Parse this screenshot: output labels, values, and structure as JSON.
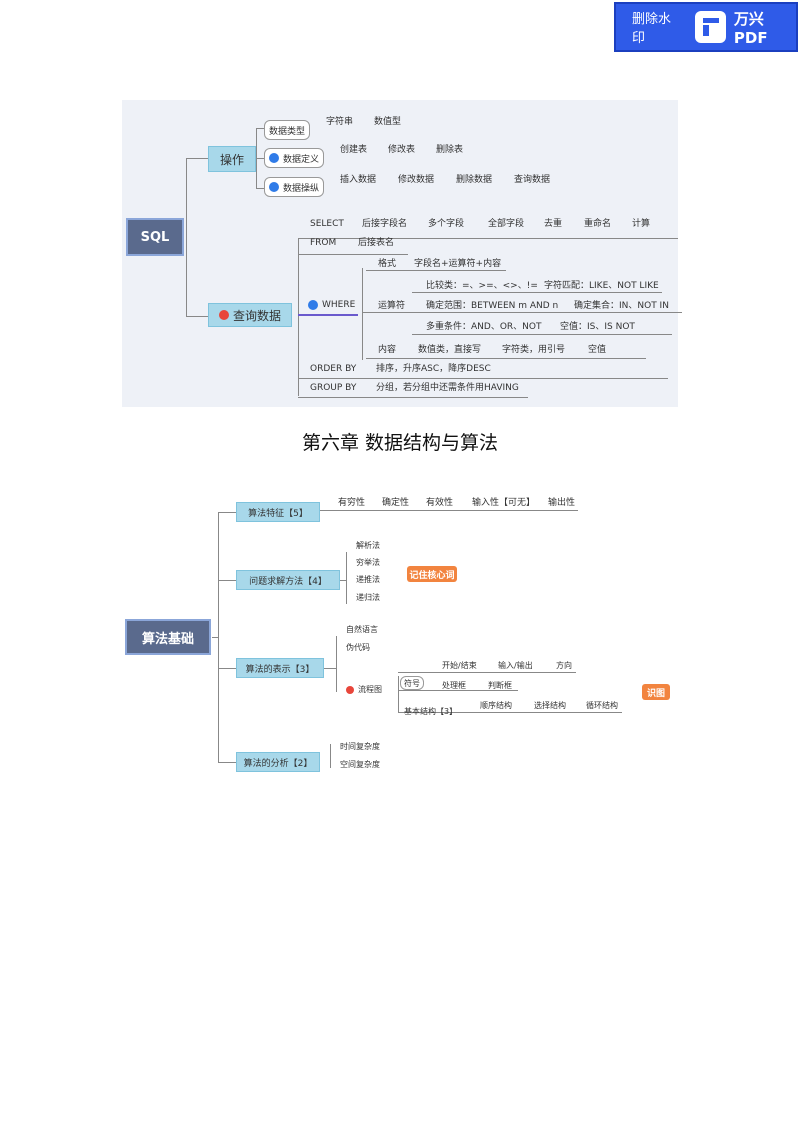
{
  "banner": {
    "remove_label": "删除水印",
    "brand": "万兴PDF"
  },
  "sql": {
    "root": "SQL",
    "op": {
      "label": "操作",
      "types": {
        "label": "数据类型",
        "items": [
          "字符串",
          "数值型"
        ]
      },
      "def": {
        "label": "数据定义",
        "items": [
          "创建表",
          "修改表",
          "删除表"
        ]
      },
      "manip": {
        "label": "数据操纵",
        "items": [
          "插入数据",
          "修改数据",
          "删除数据",
          "查询数据"
        ]
      }
    },
    "query": {
      "label": "查询数据",
      "select": {
        "label": "SELECT",
        "items": [
          "后接字段名",
          "多个字段",
          "全部字段",
          "去重",
          "重命名",
          "计算"
        ]
      },
      "from": {
        "label": "FROM",
        "item": "后接表名"
      },
      "where": {
        "label": "WHERE",
        "format": "格式",
        "format_val": "字段名+运算符+内容",
        "operator": "运算符",
        "cmp": "比较类：=、>=、<>、!=",
        "match": "字符匹配：LIKE、NOT LIKE",
        "range": "确定范围：BETWEEN m AND n",
        "set": "确定集合：IN、NOT IN",
        "multi": "多重条件：AND、OR、NOT",
        "null": "空值：IS、IS NOT",
        "content": "内容",
        "num": "数值类，直接写",
        "str": "字符类，用引号",
        "empty": "空值"
      },
      "order": {
        "label": "ORDER BY",
        "item": "排序，升序ASC，降序DESC"
      },
      "group": {
        "label": "GROUP BY",
        "item": "分组，若分组中还需条件用HAVING"
      }
    }
  },
  "chapter_title": "第六章  数据结构与算法",
  "algo": {
    "root": "算法基础",
    "features": {
      "label": "算法特征【5】",
      "items": [
        "有穷性",
        "确定性",
        "有效性",
        "输入性【可无】",
        "输出性"
      ]
    },
    "solve": {
      "label": "问题求解方法【4】",
      "items": [
        "解析法",
        "穷举法",
        "递推法",
        "递归法"
      ],
      "tag": "记住核心词"
    },
    "repr": {
      "label": "算法的表示【3】",
      "natural": "自然语言",
      "pseudo": "伪代码",
      "flow": "流程图",
      "symbols": "符号",
      "sym_items": [
        "开始/结束",
        "输入/输出",
        "方向",
        "处理框",
        "判断框"
      ],
      "struct": "基本结构【3】",
      "struct_items": [
        "顺序结构",
        "选择结构",
        "循环结构"
      ],
      "tag": "识图"
    },
    "analysis": {
      "label": "算法的分析【2】",
      "items": [
        "时间复杂度",
        "空间复杂度"
      ]
    }
  }
}
